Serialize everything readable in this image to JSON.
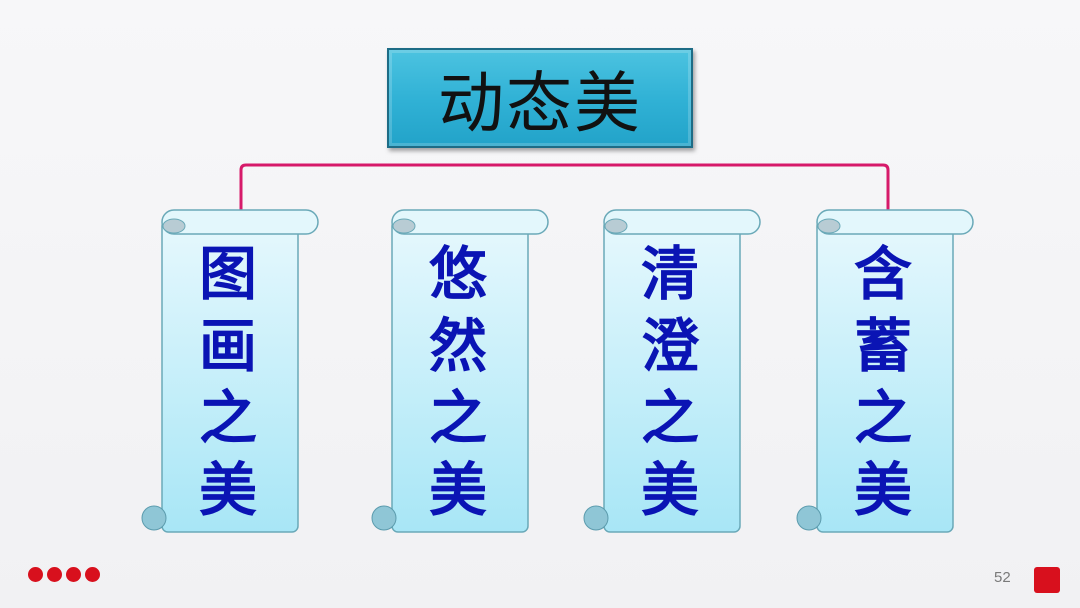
{
  "title": "动态美",
  "scrolls": [
    {
      "chars": [
        "图",
        "画",
        "之",
        "美"
      ],
      "label": "图画之美"
    },
    {
      "chars": [
        "悠",
        "然",
        "之",
        "美"
      ],
      "label": "悠然之美"
    },
    {
      "chars": [
        "清",
        "澄",
        "之",
        "美"
      ],
      "label": "清澄之美"
    },
    {
      "chars": [
        "含",
        "蓄",
        "之",
        "美"
      ],
      "label": "含蓄之美"
    }
  ],
  "footer": {
    "page_number": "52",
    "dots": 4
  },
  "colors": {
    "title_bg": "#31b2d6",
    "connector": "#d61a6a",
    "scroll_text": "#0a14b4",
    "accent_red": "#d8101d"
  }
}
